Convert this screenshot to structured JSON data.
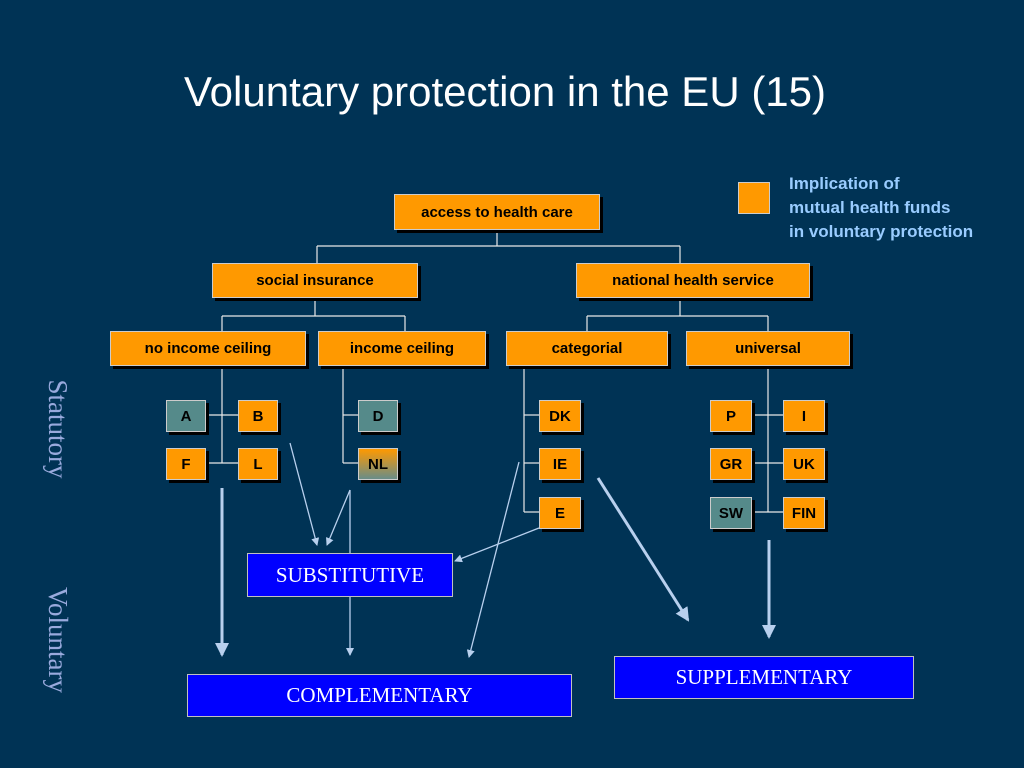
{
  "title": "Voluntary protection in the EU (15)",
  "legend": {
    "color": "#ff9900",
    "lines": [
      "Implication of",
      "mutual health funds",
      "in voluntary protection"
    ]
  },
  "side_labels": {
    "statutory": "Statutory",
    "voluntary": "Voluntary"
  },
  "tree": {
    "root": "access to health care",
    "level1": [
      "social insurance",
      "national health service"
    ],
    "level2": [
      "no income ceiling",
      "income ceiling",
      "categorial",
      "universal"
    ]
  },
  "countries": {
    "A": "A",
    "B": "B",
    "F": "F",
    "L": "L",
    "D": "D",
    "NL": "NL",
    "DK": "DK",
    "IE": "IE",
    "E": "E",
    "P": "P",
    "I": "I",
    "GR": "GR",
    "UK": "UK",
    "SW": "SW",
    "FIN": "FIN"
  },
  "categories": {
    "substitutive": "SUBSTITUTIVE",
    "complementary": "COMPLEMENTARY",
    "supplementary": "SUPPLEMENTARY"
  },
  "colors": {
    "background": "#003355",
    "orange": "#ff9900",
    "teal": "#558a8a",
    "category_blue": "#0000ff",
    "legend_text": "#99ccff"
  }
}
